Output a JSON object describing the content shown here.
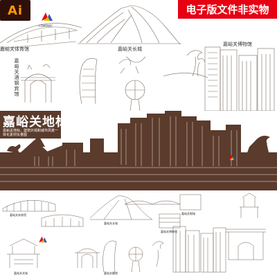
{
  "badge": {
    "text": "Ai"
  },
  "banner": {
    "text": "电子版文件非实物"
  },
  "logo_text": "COMPANY",
  "captions": {
    "stadium": "嘉峪关体育馆",
    "great_wall": "嘉峪关长城",
    "museum": "嘉峪关博物馆",
    "hotel": "嘉峪关酒钢宾馆"
  },
  "title": {
    "main": "嘉峪关地标建筑",
    "sub": "嘉峪关地标、建筑外观和城市风景一体化素材矢量图"
  },
  "bottom_labels": [
    "嘉峪关体育馆",
    "嘉峪关长城",
    "嘉峪关博物馆",
    "嘉峪关钢城",
    "嘉峪关关城",
    "嘉峪关雕塑"
  ],
  "colors": {
    "accent": "#5a3b2c",
    "banner": "#e60012",
    "badge_bg": "#2e0f0a",
    "badge_text": "#ff9a00"
  }
}
